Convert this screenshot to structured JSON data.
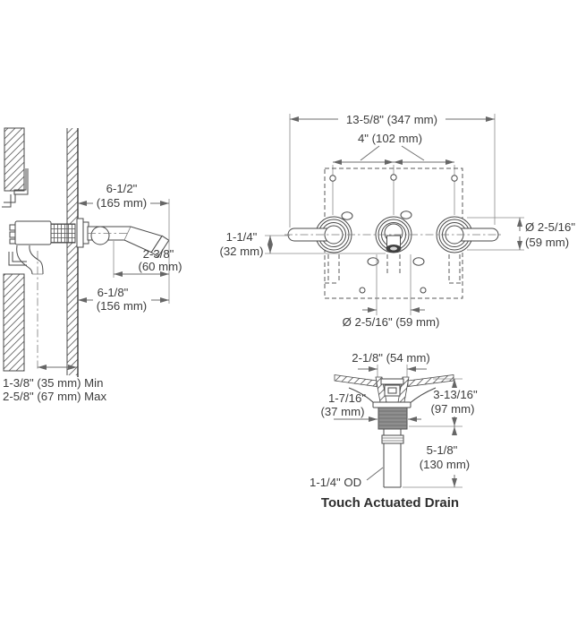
{
  "side_view": {
    "spout_length": {
      "l1": "6-1/2\"",
      "l2": "(165 mm)"
    },
    "outlet_offset": {
      "l1": "2-3/8\"",
      "l2": "(60 mm)"
    },
    "outlet_reach": {
      "l1": "6-1/8\"",
      "l2": "(156 mm)"
    },
    "wall_min": "1-3/8\" (35 mm) Min",
    "wall_max": "2-5/8\" (67 mm) Max"
  },
  "front_view": {
    "overall_width": "13-5/8\" (347 mm)",
    "handle_spacing": "4\" (102 mm)",
    "spout_drop": {
      "l1": "1-1/4\"",
      "l2": "(32 mm)"
    },
    "trim_dia_right": {
      "l1": "Ø 2-5/16\"",
      "l2": "(59 mm)"
    },
    "trim_dia_bottom": "Ø 2-5/16\" (59 mm)"
  },
  "drain_view": {
    "flange_width": "2-1/8\" (54 mm)",
    "thread_dia": {
      "l1": "1-7/16\"",
      "l2": "(37 mm)"
    },
    "upper_height": {
      "l1": "3-13/16\"",
      "l2": "(97 mm)"
    },
    "tail_length": {
      "l1": "5-1/8\"",
      "l2": "(130 mm)"
    },
    "outer_dia": "1-1/4\" OD",
    "caption": "Touch Actuated Drain"
  }
}
